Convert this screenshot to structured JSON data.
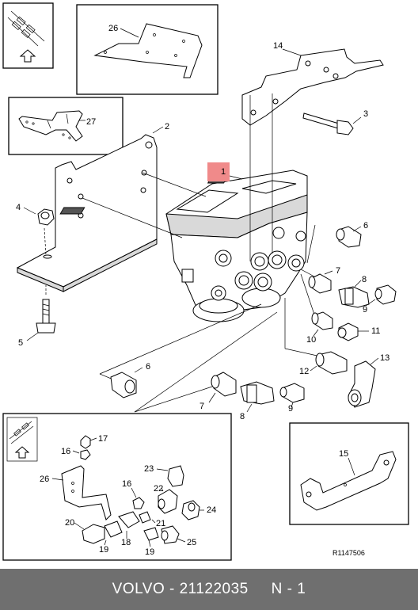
{
  "labels": {
    "l1": "1",
    "l2": "2",
    "l3": "3",
    "l4": "4",
    "l5": "5",
    "l6": "6",
    "l7": "7",
    "l8": "8",
    "l9": "9",
    "l10": "10",
    "l11": "11",
    "l12": "12",
    "l13": "13",
    "l14": "14",
    "l15": "15",
    "l16": "16",
    "l17": "17",
    "l18": "18",
    "l19": "19",
    "l20": "20",
    "l21": "21",
    "l22": "22",
    "l23": "23",
    "l24": "24",
    "l25": "25",
    "l26": "26",
    "l27": "27"
  },
  "reference_code": "R1147506",
  "footer": {
    "brand": "VOLVO",
    "part_number": "21122035",
    "position": "N - 1"
  },
  "colors": {
    "callout_highlight": "#f08a8a",
    "footer_bg": "#6f6f6f"
  },
  "icons": [
    "arrow-up-icon",
    "parts-sketch-icon"
  ]
}
